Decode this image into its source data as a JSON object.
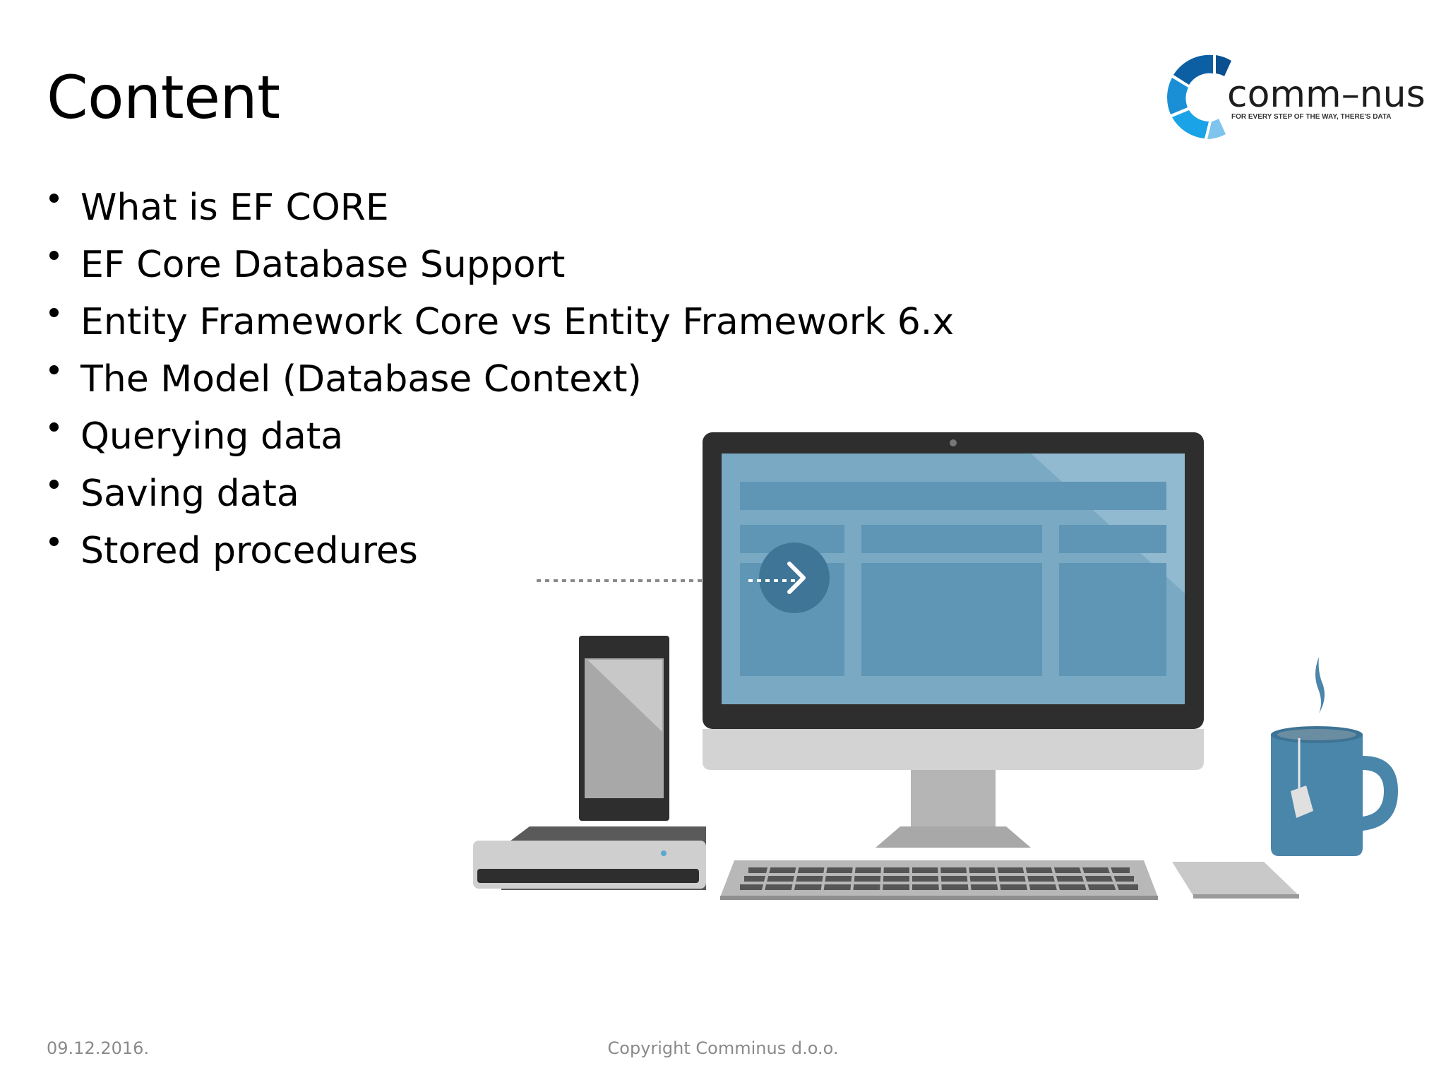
{
  "slide": {
    "title": "Content",
    "bullets": [
      "What is EF CORE",
      "EF Core Database Support",
      "Entity Framework Core vs Entity Framework 6.x",
      "The Model (Database Context)",
      "Querying data",
      "Saving data",
      "Stored procedures"
    ]
  },
  "logo": {
    "wordmark": "comm–nus",
    "tagline": "FOR EVERY STEP OF THE WAY, THERE'S DATA",
    "colors": {
      "primary": "#1a8fd6",
      "dark": "#0d5fa3",
      "light": "#7fc4ec"
    }
  },
  "illustration": {
    "subject": "desktop computer with phone dock, keyboard, trackpad and mug",
    "colors": {
      "screen": "#7aa9c4",
      "screen_panel": "#5f96b5",
      "bezel": "#2e2e2e",
      "stand": "#bdbdbd",
      "mug": "#4a86aa"
    }
  },
  "footer": {
    "date": "09.12.2016.",
    "copyright": "Copyright Comminus d.o.o."
  }
}
